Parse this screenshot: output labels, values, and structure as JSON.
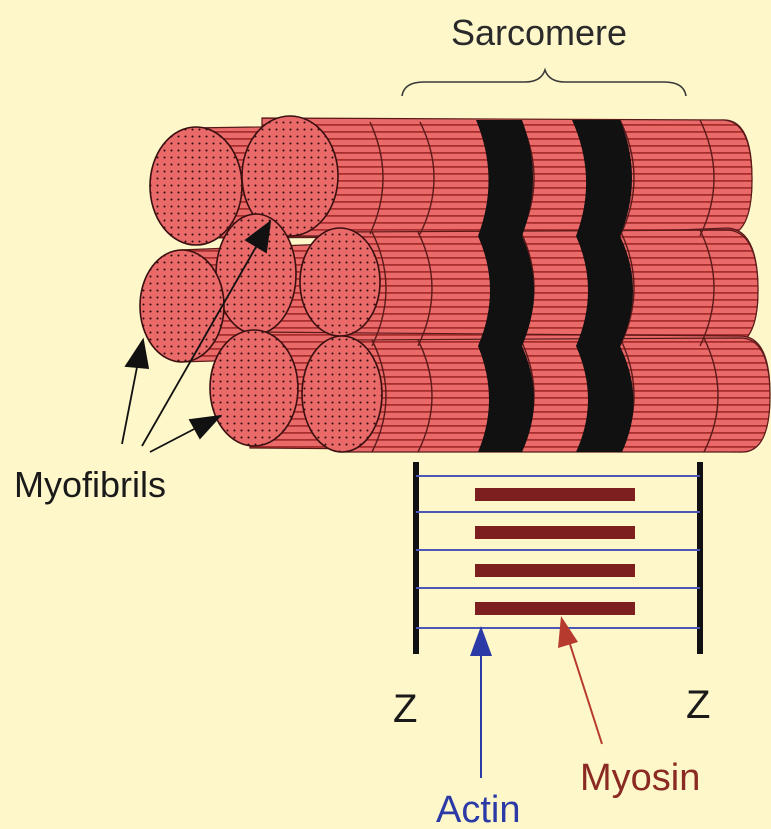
{
  "labels": {
    "sarcomere": "Sarcomere",
    "myofibrils": "Myofibrils",
    "z_left": "Z",
    "z_right": "Z",
    "actin": "Actin",
    "myosin": "Myosin"
  },
  "colors": {
    "background": "#fdf7c9",
    "myofibril_fill": "#ea6a6a",
    "myofibril_stripe": "#a92f2f",
    "band": "#111111",
    "actin": "#4b56b6",
    "actin_arrow": "#2b3aa6",
    "myosin": "#7d1f1f",
    "myosin_arrow": "#b63a2e",
    "text": "#1a1a1a"
  }
}
